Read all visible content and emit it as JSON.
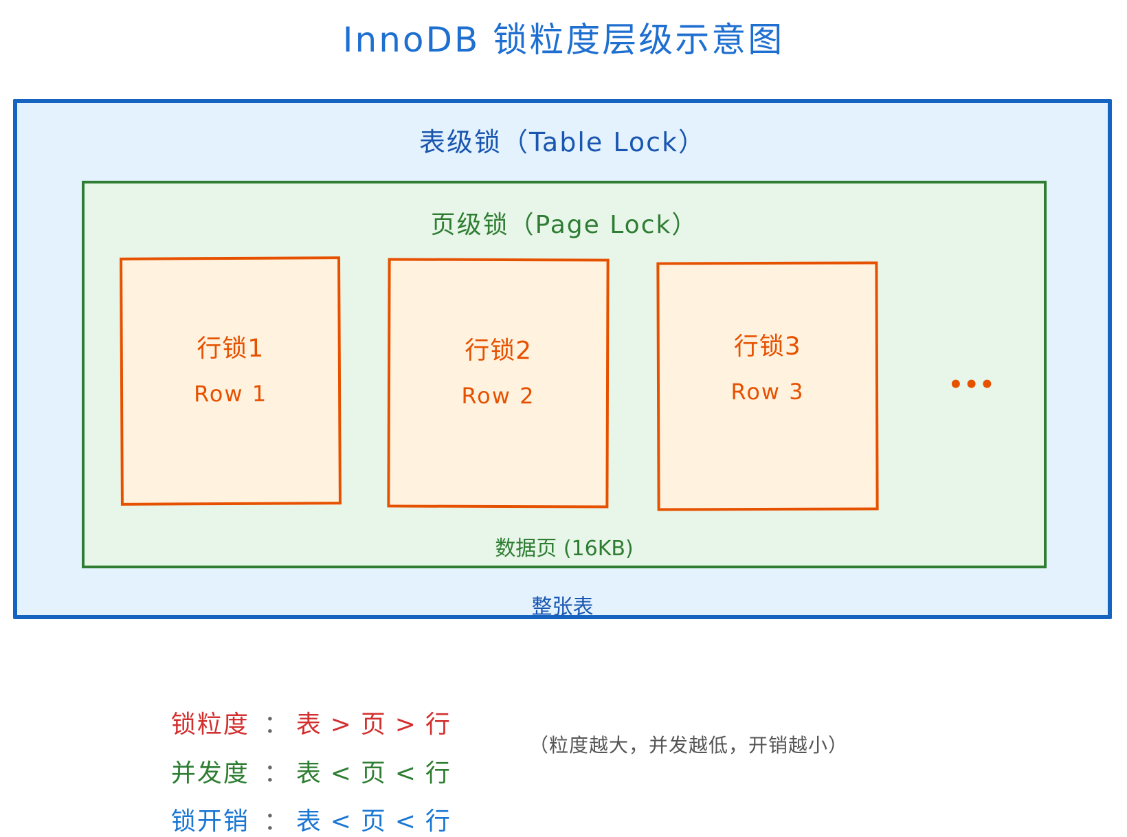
{
  "title": "InnoDB 锁粒度层级示意图",
  "table_level": {
    "label": "表级锁（Table Lock）",
    "caption": "整张表",
    "colors": {
      "border": "#1565c0",
      "fill": "#e3f2fd",
      "text": "#1a56b0"
    }
  },
  "page_level": {
    "label": "页级锁（Page Lock）",
    "caption": "数据页 (16KB)",
    "colors": {
      "border": "#2e7d32",
      "fill": "#e8f5e9",
      "text": "#2e7d32"
    }
  },
  "rows": [
    {
      "cn": "行锁1",
      "en": "Row 1"
    },
    {
      "cn": "行锁2",
      "en": "Row 2"
    },
    {
      "cn": "行锁3",
      "en": "Row 3"
    }
  ],
  "row_colors": {
    "border": "#e65100",
    "fill": "#fff3e0",
    "text": "#e65100"
  },
  "more_rows": "•••",
  "comparisons": [
    {
      "label": "锁粒度",
      "colon": "：",
      "items": [
        "表",
        "页",
        "行"
      ],
      "ops": [
        ">",
        ">"
      ],
      "color": "#d32f2f"
    },
    {
      "label": "并发度",
      "colon": "：",
      "items": [
        "表",
        "页",
        "行"
      ],
      "ops": [
        "<",
        "<"
      ],
      "color": "#2e7d32"
    },
    {
      "label": "锁开销",
      "colon": "：",
      "items": [
        "表",
        "页",
        "行"
      ],
      "ops": [
        "<",
        "<"
      ],
      "color": "#1976d2"
    }
  ],
  "note": "（粒度越大，并发越低，开销越小）"
}
